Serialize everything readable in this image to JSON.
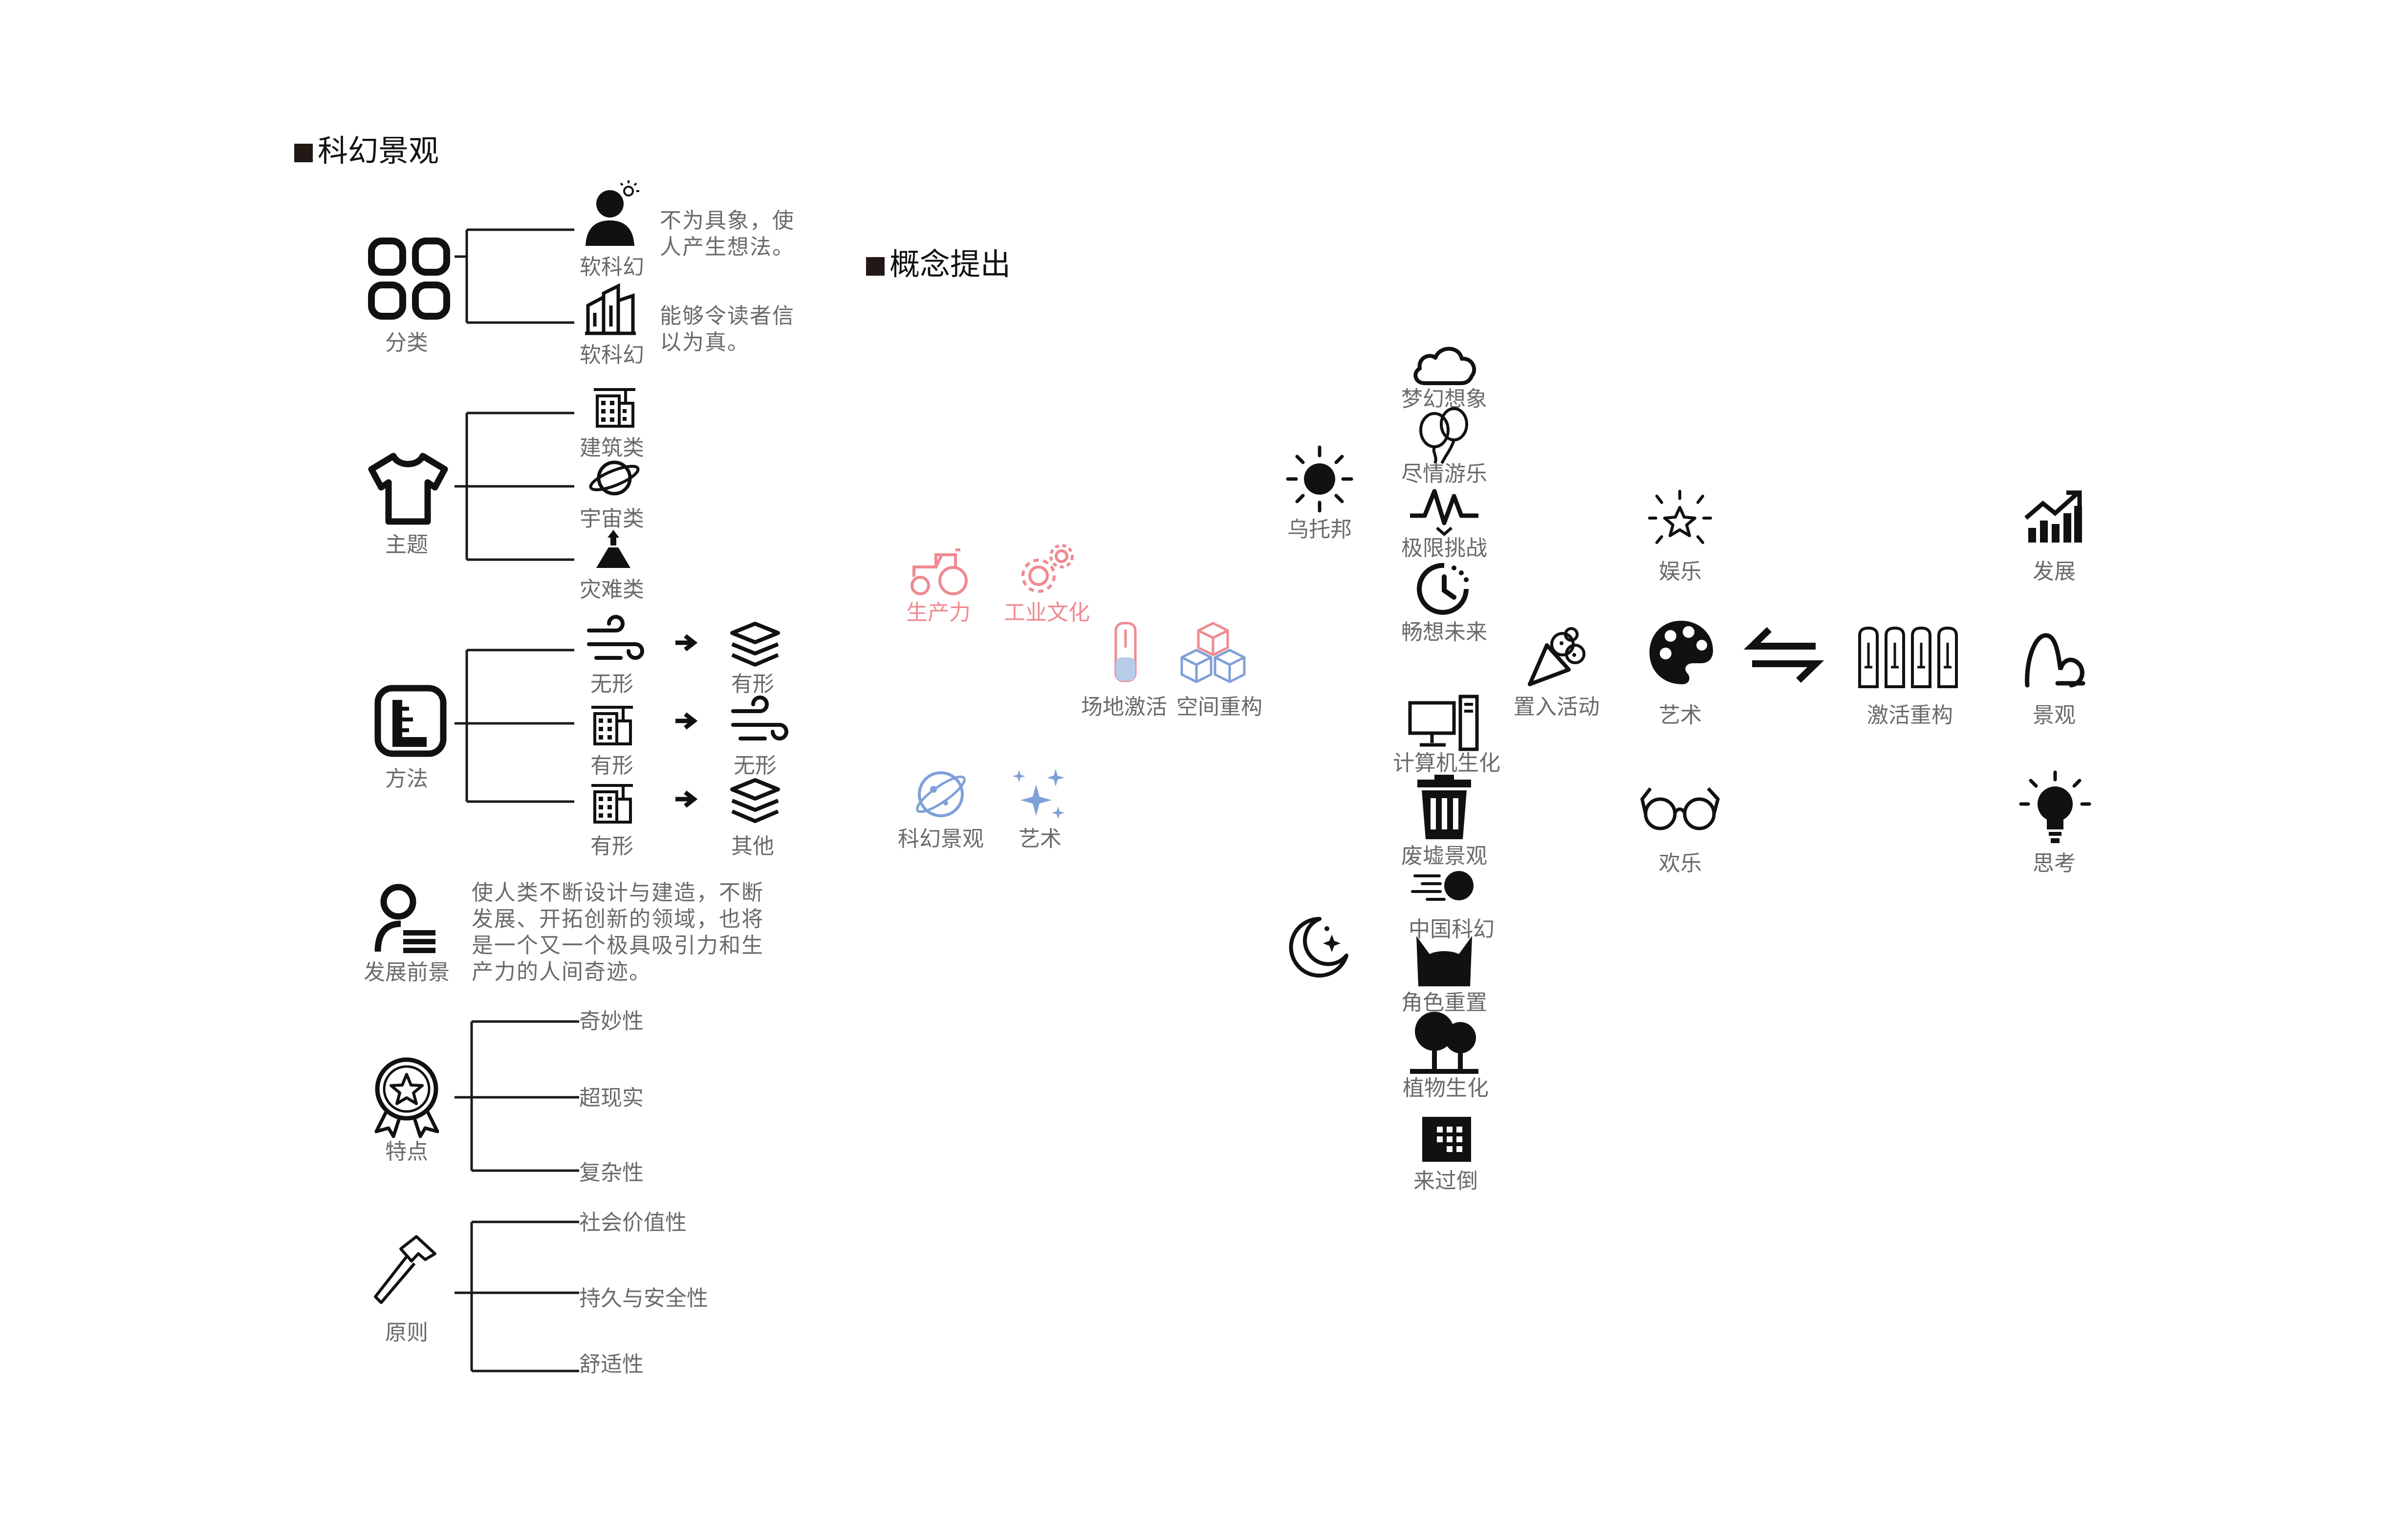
{
  "sections": {
    "scifi_landscape": "科幻景观",
    "concept": "概念提出"
  },
  "classification": {
    "label": "分类",
    "items": [
      {
        "label": "软科幻",
        "desc": [
          "不为具象，使",
          "人产生想法。"
        ]
      },
      {
        "label": "软科幻",
        "desc": [
          "能够令读者信",
          "以为真。"
        ]
      }
    ]
  },
  "theme": {
    "label": "主题",
    "items": [
      "建筑类",
      "宇宙类",
      "灾难类"
    ]
  },
  "method": {
    "label": "方法",
    "rows": [
      {
        "from": "无形",
        "to": "有形"
      },
      {
        "from": "有形",
        "to": "无形"
      },
      {
        "from": "有形",
        "to": "其他"
      }
    ]
  },
  "prospect": {
    "label": "发展前景",
    "text": [
      "使人类不断设计与建造，不断",
      "发展、开拓创新的领域，也将",
      "是一个又一个极具吸引力和生",
      "产力的人间奇迹。"
    ]
  },
  "features": {
    "label": "特点",
    "items": [
      "奇妙性",
      "超现实",
      "复杂性"
    ]
  },
  "principles": {
    "label": "原则",
    "items": [
      "社会价值性",
      "持久与安全性",
      "舒适性"
    ]
  },
  "concept_left": {
    "productivity": "生产力",
    "industry": "工业文化",
    "site_activation": "场地激活",
    "space_rebuild": "空间重构",
    "scifi": "科幻景观",
    "art": "艺术"
  },
  "day_night": {
    "utopia": "乌托邦",
    "day_items": [
      "梦幻想象",
      "尽情游乐",
      "极限挑战",
      "畅想未来"
    ],
    "night_items": [
      "计算机生化",
      "废墟景观",
      "中国科幻",
      "角色重置",
      "植物生化",
      "来过倒"
    ]
  },
  "right": {
    "place_activity": "置入活动",
    "entertainment": "娱乐",
    "art": "艺术",
    "joy": "欢乐",
    "activation_rebuild": "激活重构",
    "development": "发展",
    "landscape": "景观",
    "thinking": "思考"
  },
  "colors": {
    "text": "#6a6a6a",
    "icon": "#111111",
    "pink": "#ef8a90",
    "blue": "#7fa0d8",
    "square": "#231815"
  }
}
